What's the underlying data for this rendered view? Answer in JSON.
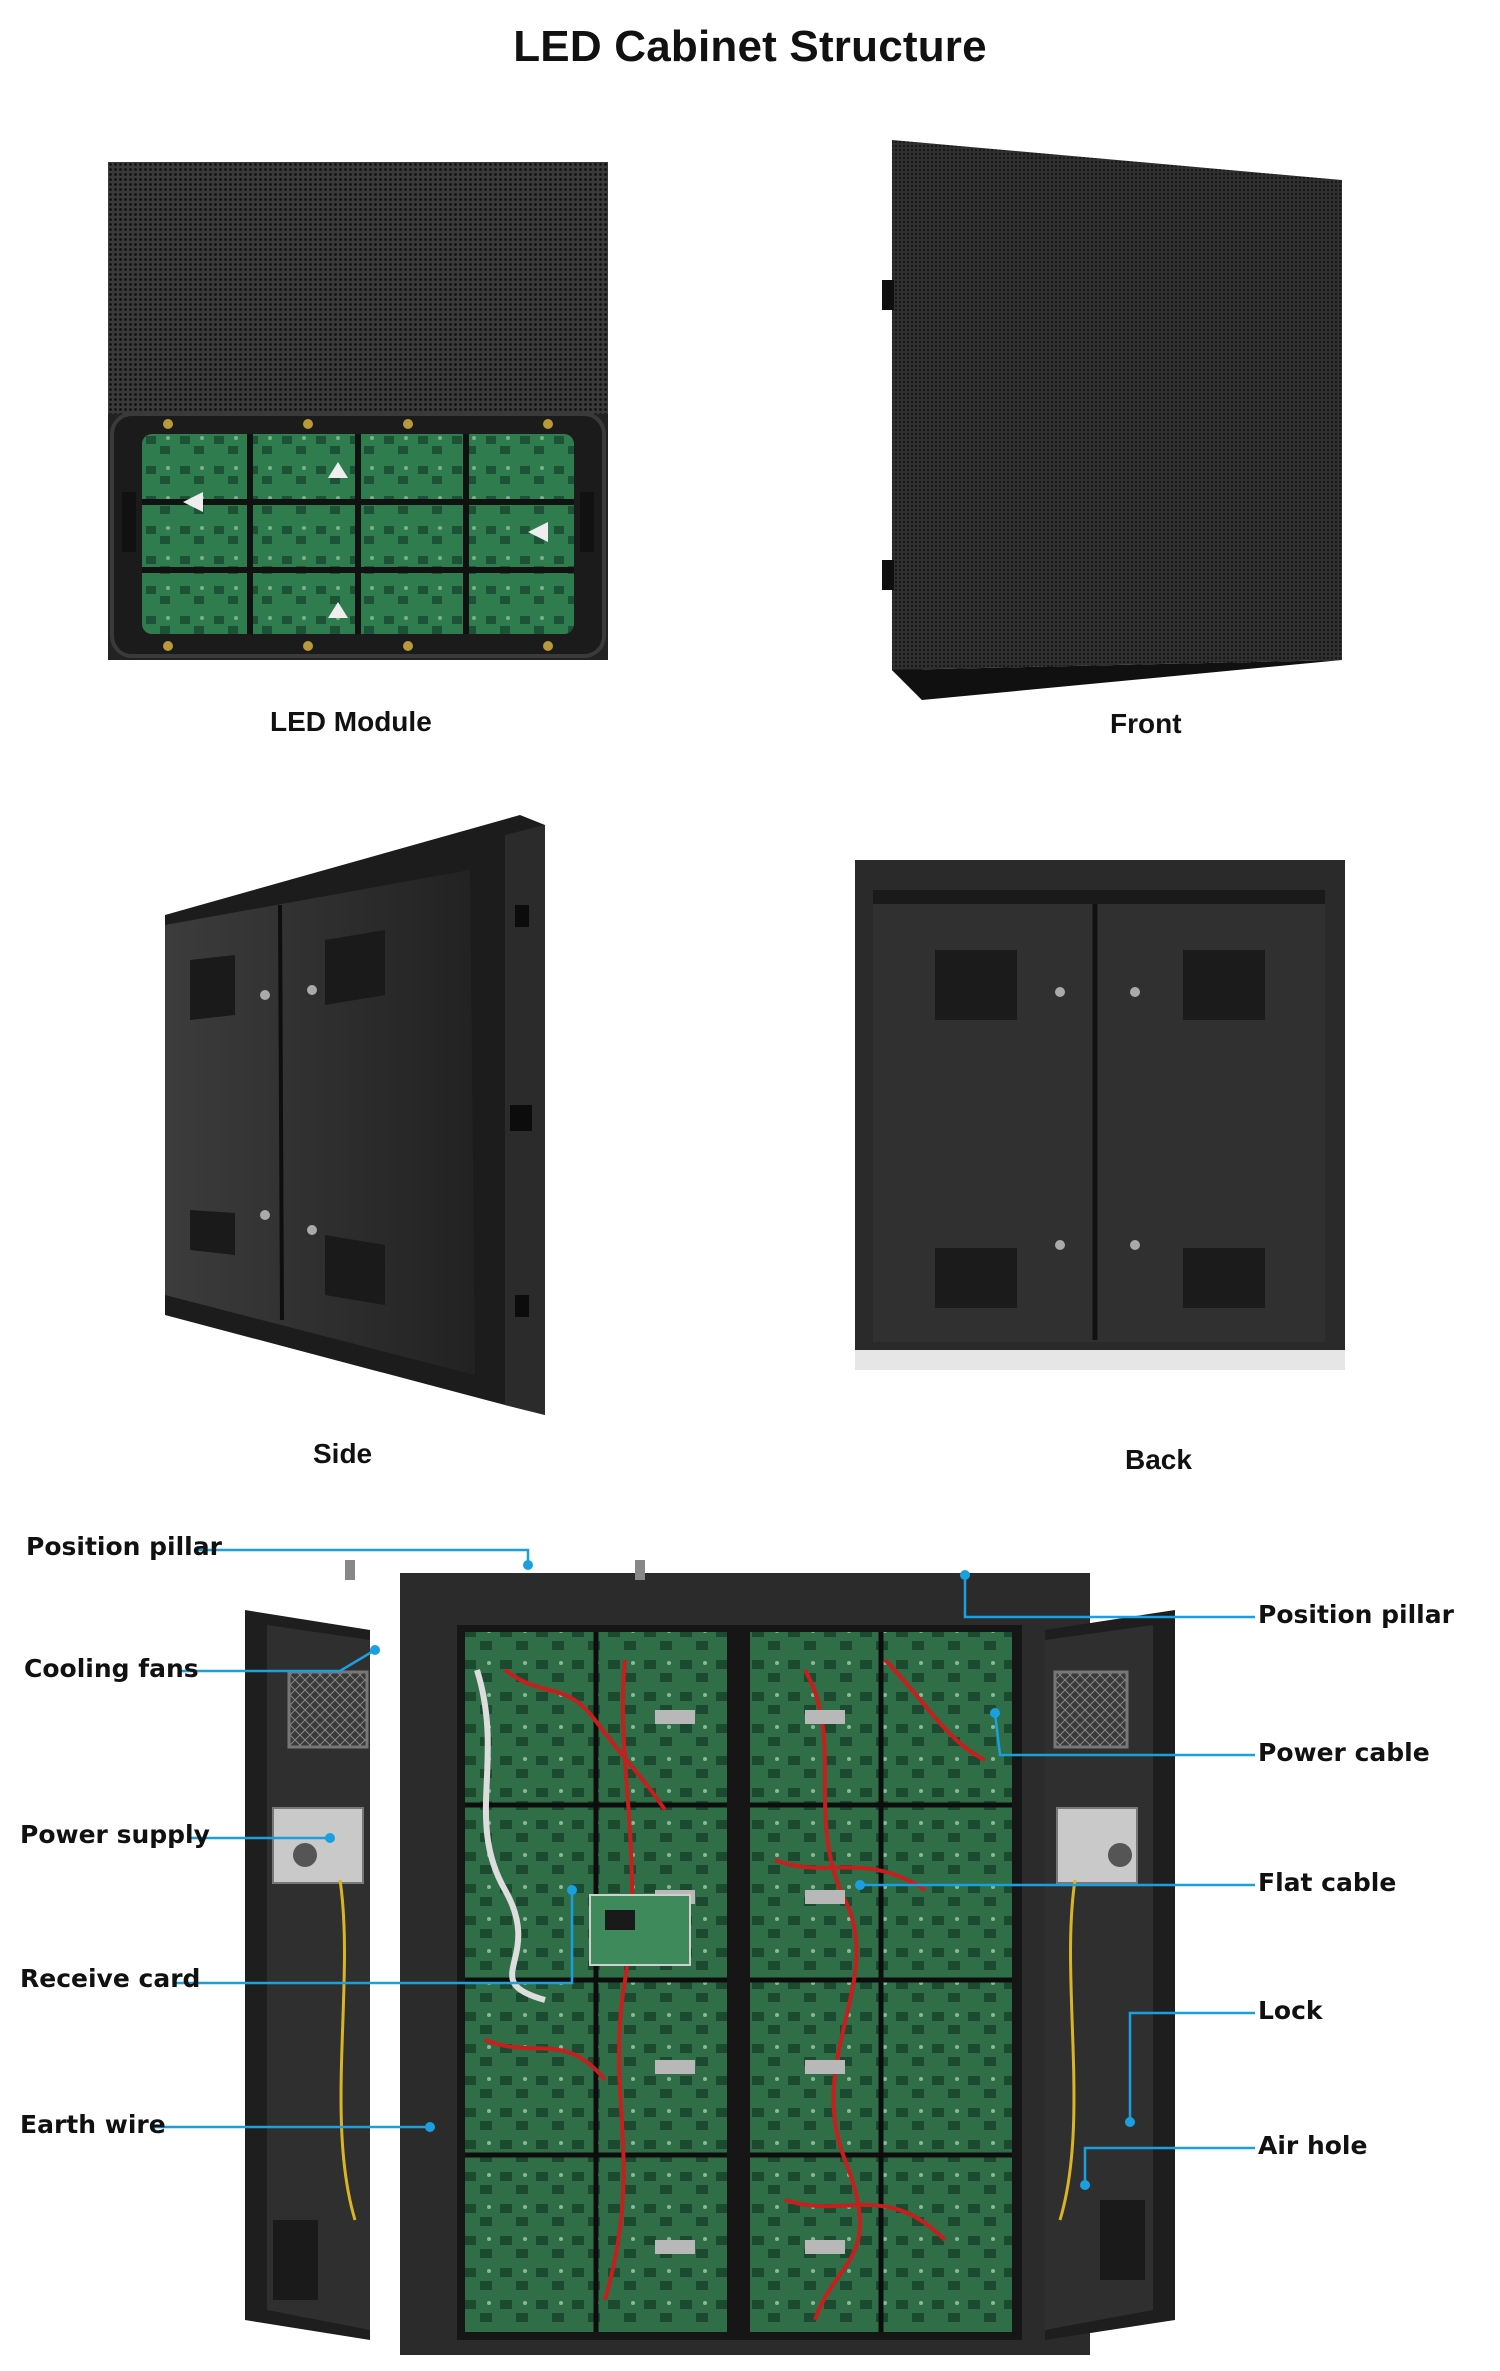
{
  "title": "LED Cabinet Structure",
  "captions": {
    "module": "LED Module",
    "front": "Front",
    "side": "Side",
    "back": "Back"
  },
  "labels": {
    "position_pillar_left": "Position pillar",
    "cooling_fans": "Cooling fans",
    "power_supply": "Power supply",
    "receive_card": "Receive card",
    "earth_wire": "Earth wire",
    "position_pillar_right": "Position pillar",
    "power_cable": "Power cable",
    "flat_cable": "Flat cable",
    "lock": "Lock",
    "air_hole": "Air hole"
  },
  "colors": {
    "callout_line": "#1aa0e0",
    "cabinet": "#2a2a2a",
    "pcb": "#2e7a4a"
  }
}
